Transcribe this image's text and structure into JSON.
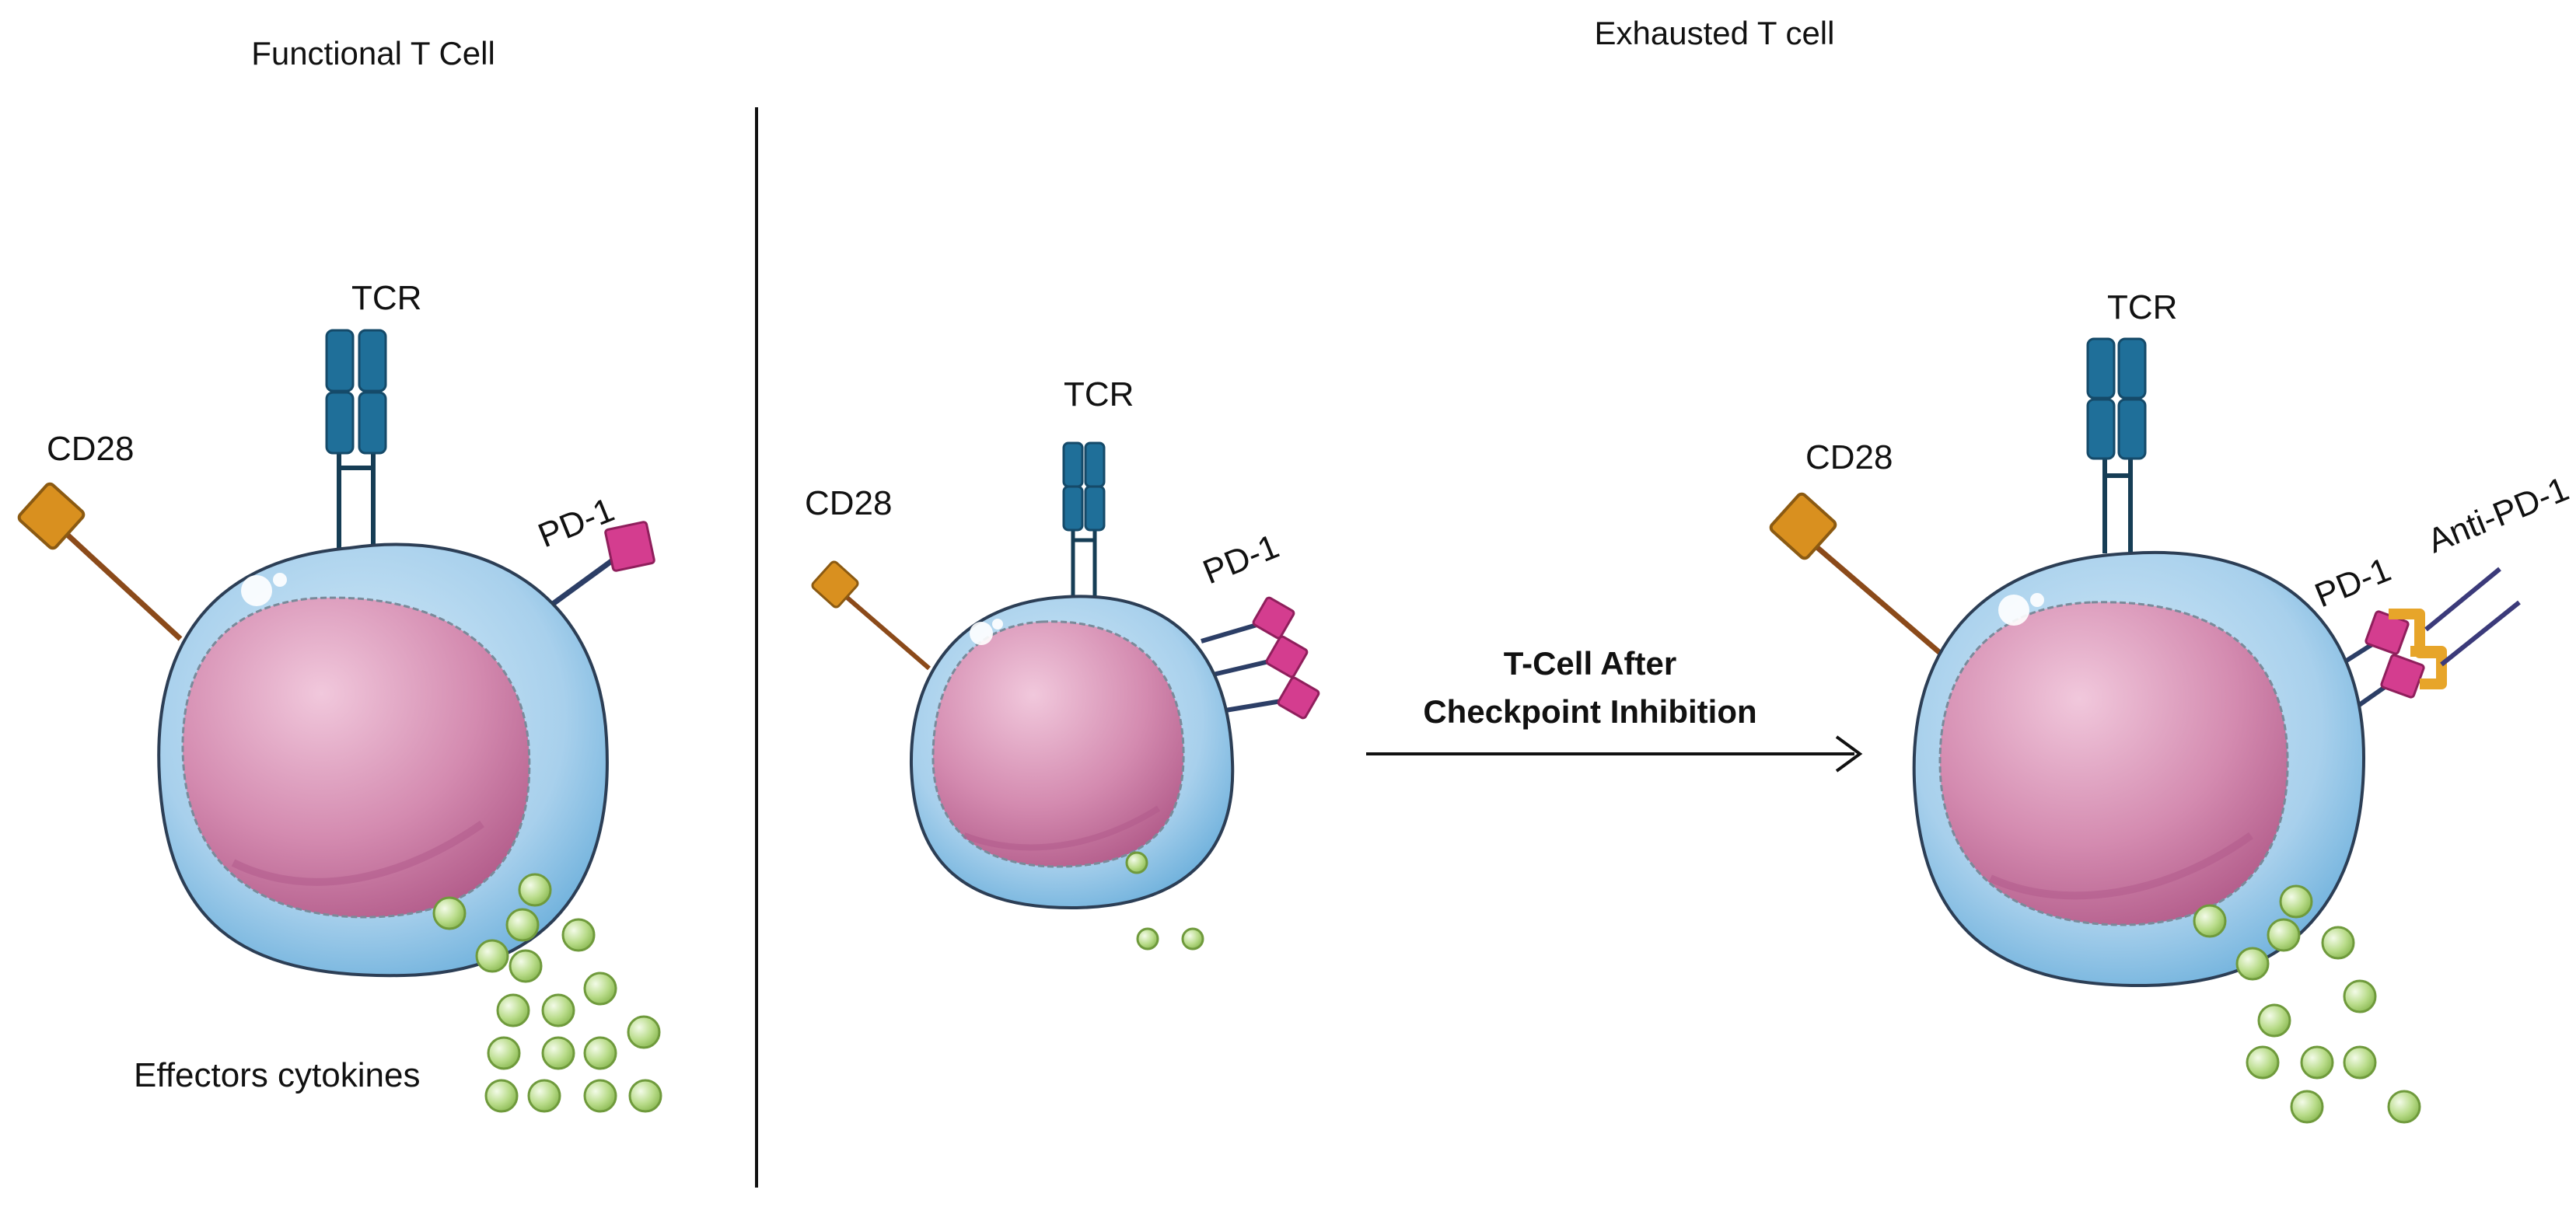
{
  "panels": {
    "functional_title": "Functional T Cell",
    "exhausted_title": "Exhausted T cell"
  },
  "labels": {
    "tcr": "TCR",
    "cd28": "CD28",
    "pd1": "PD-1",
    "anti_pd1": "Anti-PD-1",
    "effectors": "Effectors cytokines"
  },
  "arrow": {
    "line1": "T-Cell After",
    "line2": "Checkpoint Inhibition"
  },
  "colors": {
    "membrane": "#a8d0ec",
    "nucleus": "#d48bb0",
    "tcr": "#1f6f99",
    "cd28": "#d9901f",
    "pd1": "#d43d8f",
    "antibody": "#e7a52a",
    "cytokine": "#b9dc8a"
  }
}
